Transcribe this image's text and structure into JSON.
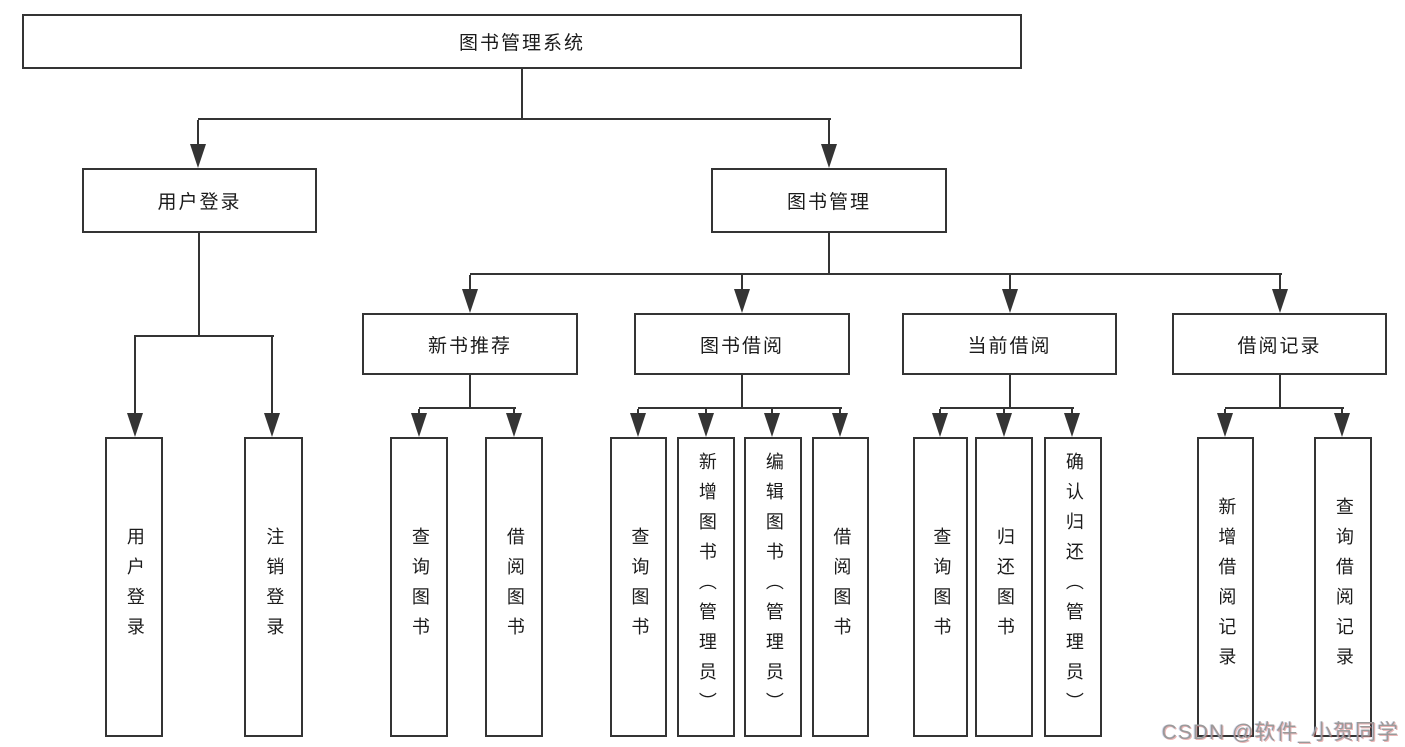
{
  "colors": {
    "line": "#343434",
    "box_border": "#343434",
    "box_fill": "#ffffff",
    "text": "#1b1b1b",
    "background": "#ffffff",
    "watermark": "#9a9a9a"
  },
  "tree": {
    "root": {
      "label": "图书管理系统"
    },
    "branches": [
      {
        "label": "用户登录",
        "children": [
          {
            "label": "用户登录"
          },
          {
            "label": "注销登录"
          }
        ]
      },
      {
        "label": "图书管理",
        "groups": [
          {
            "label": "新书推荐",
            "children": [
              {
                "label": "查询图书"
              },
              {
                "label": "借阅图书"
              }
            ]
          },
          {
            "label": "图书借阅",
            "children": [
              {
                "label": "查询图书"
              },
              {
                "label": "新增图书（管理员）"
              },
              {
                "label": "编辑图书（管理员）"
              },
              {
                "label": "借阅图书"
              }
            ]
          },
          {
            "label": "当前借阅",
            "children": [
              {
                "label": "查询图书"
              },
              {
                "label": "归还图书"
              },
              {
                "label": "确认归还（管理员）"
              }
            ]
          },
          {
            "label": "借阅记录",
            "children": [
              {
                "label": "新增借阅记录"
              },
              {
                "label": "查询借阅记录"
              }
            ]
          }
        ]
      }
    ]
  },
  "watermark": {
    "text": "CSDN @软件_小贺同学"
  }
}
